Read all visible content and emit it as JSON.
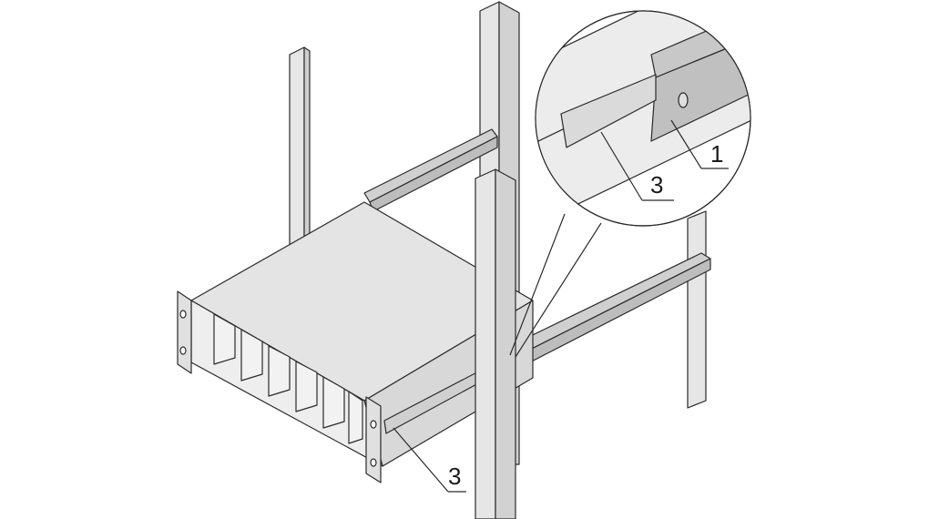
{
  "diagram": {
    "type": "technical-illustration",
    "subject": "19-inch subrack mounted on rack support rails",
    "colors": {
      "background": "#ffffff",
      "line": "#2a2a2a",
      "light_fill": "#e8e8e8",
      "mid_fill": "#d4d4d4",
      "dark_fill": "#bdbdbd"
    },
    "callouts": [
      {
        "id": "callout-1",
        "label": "1",
        "refers_to": "rack profile / post"
      },
      {
        "id": "callout-3-detail",
        "label": "3",
        "refers_to": "support rail (detail view)"
      },
      {
        "id": "callout-3-main",
        "label": "3",
        "refers_to": "support rail"
      }
    ],
    "detail_view": {
      "shape": "circle",
      "content": "enlarged rail-to-post connection"
    }
  }
}
